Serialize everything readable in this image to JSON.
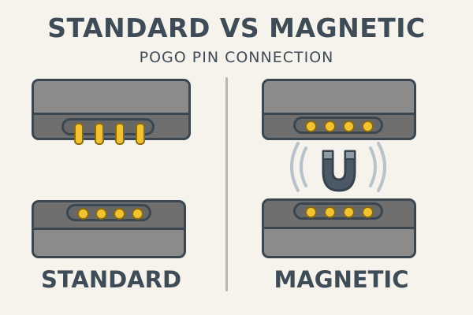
{
  "title": "STANDARD VS MAGNETIC",
  "subtitle": "POGO PIN CONNECTION",
  "left": {
    "label": "STANDARD",
    "pins": 4
  },
  "right": {
    "label": "MAGNETIC",
    "pins": 4
  },
  "colors": {
    "text": "#3e4c58",
    "casing": "#8b8b8b",
    "pins": "#f1c232",
    "magnet": "#4b5966",
    "waves": "#b8c2cb"
  },
  "icons": {
    "magnet": "magnet-icon",
    "waves": "signal-waves-icon"
  }
}
